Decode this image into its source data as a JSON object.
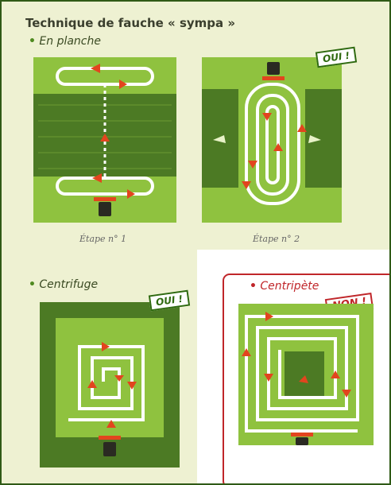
{
  "title": "Technique de fauche « sympa »",
  "sections": {
    "planche": {
      "bullet": "•",
      "label": "En planche"
    },
    "centrifuge": {
      "bullet": "•",
      "label": "Centrifuge"
    },
    "centripete": {
      "bullet": "•",
      "label": "Centripète"
    }
  },
  "captions": {
    "etape1": "Étape n° 1",
    "etape2": "Étape n° 2"
  },
  "badges": {
    "oui": "OUI !",
    "non": "NON !"
  },
  "colors": {
    "frame": "#2f5a16",
    "grass_light": "#8fc23f",
    "grass_dark": "#4c7a24",
    "path": "#ffffff",
    "arrow": "#e2451e",
    "no": "#c0262a"
  }
}
